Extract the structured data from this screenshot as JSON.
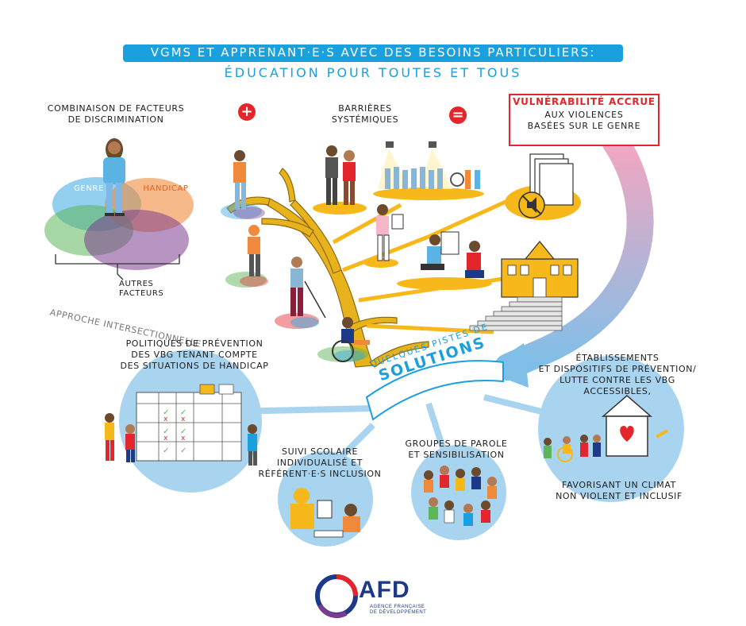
{
  "title": {
    "line1": "VGMS ET APPRENANT·E·S AVEC DES BESOINS PARTICULIERS:",
    "line2": "ÉDUCATION POUR TOUTES ET TOUS"
  },
  "intersection": {
    "heading_l1": "COMBINAISON DE FACTEURS",
    "heading_l2": "DE DISCRIMINATION",
    "circle_genre": "GENRE",
    "circle_handicap": "HANDICAP",
    "autres_l1": "AUTRES",
    "autres_l2": "FACTEURS",
    "approche": "APPROCHE INTERSECTIONNELLE"
  },
  "barriers": {
    "heading_l1": "BARRIÈRES",
    "heading_l2": "SYSTÉMIQUES",
    "plus": "+",
    "equals": "="
  },
  "vulnerability": {
    "title": "VULNÉRABILITÉ ACCRUE",
    "sub_l1": "AUX VIOLENCES",
    "sub_l2": "BASÉES SUR LE GENRE"
  },
  "solutions": {
    "top": "QUELQUES PISTES DE",
    "main": "SOLUTIONS"
  },
  "politiques": {
    "l1": "POLITIQUES DE PRÉVENTION",
    "l2": "DES VBG TENANT COMPTE",
    "l3": "DES SITUATIONS DE HANDICAP"
  },
  "suivi": {
    "l1": "SUIVI SCOLAIRE",
    "l2": "INDIVIDUALISÉ ET",
    "l3": "RÉFÉRENT·E·S INCLUSION"
  },
  "groupes": {
    "l1": "GROUPES DE PAROLE",
    "l2": "ET SENSIBILISATION"
  },
  "etablissements": {
    "l1": "ÉTABLISSEMENTS",
    "l2": "ET DISPOSITIFS DE PRÉVENTION/",
    "l3": "LUTTE CONTRE LES VBG",
    "l4": "ACCESSIBLES,",
    "f1": "FAVORISANT UN CLIMAT",
    "f2": "NON VIOLENT ET INCLUSIF"
  },
  "logo": {
    "name": "AFD",
    "sub1": "AGENCE FRANÇAISE",
    "sub2": "DE DÉVELOPPEMENT"
  },
  "colors": {
    "blue": "#1aa0de",
    "red": "#e3262b",
    "yellow": "#f6b81a",
    "light_blue": "#a9d4f0",
    "navy": "#1d3a8a"
  }
}
